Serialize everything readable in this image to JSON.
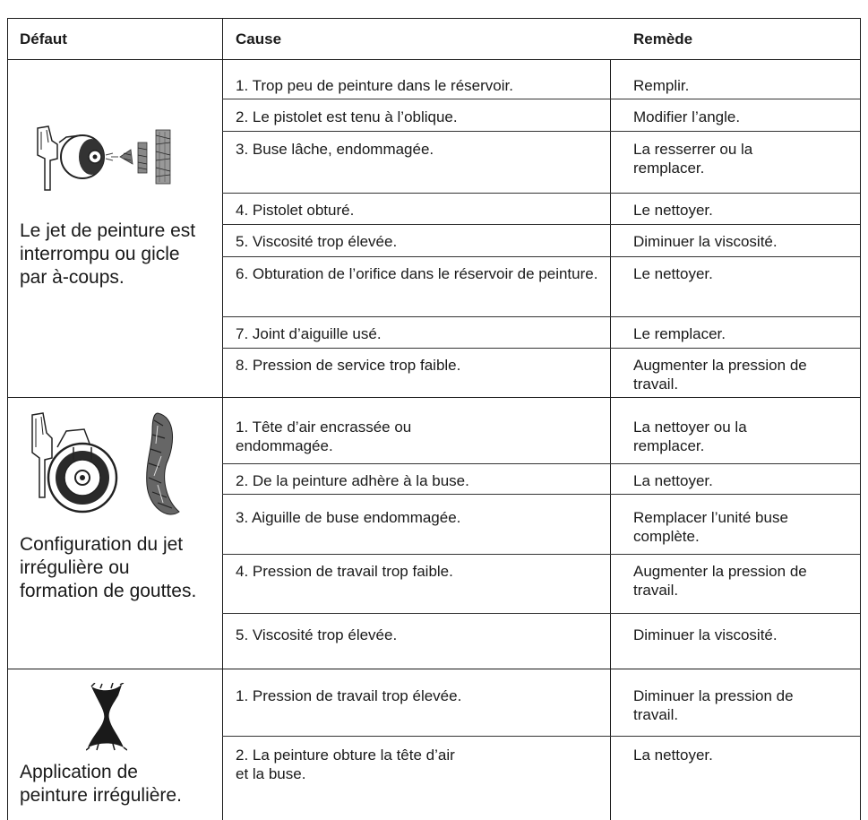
{
  "headers": {
    "defaut": "Défaut",
    "cause": "Cause",
    "remede": "Remède"
  },
  "groups": [
    {
      "defect": "Le jet de peinture est interrompu ou gicle par à-coups.",
      "illustration": "spray-gun-interrupted-jet-icon",
      "rows": [
        {
          "cause": "1. Trop peu de peinture dans le réservoir.",
          "remedy": "Remplir."
        },
        {
          "cause": "2. Le pistolet est tenu à l’oblique.",
          "remedy": "Modifier l’angle."
        },
        {
          "cause": "3. Buse lâche, endommagée.",
          "remedy": "La resserrer ou la remplacer."
        },
        {
          "cause": "4. Pistolet obturé.",
          "remedy": "Le nettoyer."
        },
        {
          "cause": "5. Viscosité trop élevée.",
          "remedy": "Diminuer la viscosité."
        },
        {
          "cause": "6. Obturation de l’orifice dans le réservoir de peinture.",
          "remedy": "Le nettoyer."
        },
        {
          "cause": "7. Joint d’aiguille usé.",
          "remedy": "Le remplacer."
        },
        {
          "cause": "8. Pression de service trop faible.",
          "remedy": "Augmenter la pression de travail."
        }
      ]
    },
    {
      "defect": "Configuration du jet irrégulière ou formation de gouttes.",
      "illustration": "spray-gun-irregular-pattern-icon",
      "rows": [
        {
          "cause": "1. Tête d’air encrassée ou endommagée.",
          "remedy": "La nettoyer ou la remplacer."
        },
        {
          "cause": "2. De la peinture adhère à la buse.",
          "remedy": "La nettoyer."
        },
        {
          "cause": "3. Aiguille de buse endommagée.",
          "remedy": "Remplacer l’unité buse complète."
        },
        {
          "cause": "4. Pression de travail trop faible.",
          "remedy": "Augmenter la pression de travail."
        },
        {
          "cause": "5. Viscosité trop élevée.",
          "remedy": "Diminuer la viscosité."
        }
      ]
    },
    {
      "defect": "Application de peinture irrégulière.",
      "illustration": "hourglass-spray-pattern-icon",
      "rows": [
        {
          "cause": "1. Pression de travail trop élevée.",
          "remedy": "Diminuer la pression de travail."
        },
        {
          "cause": "2. La peinture obture la tête d’air et la buse.",
          "remedy": "La nettoyer."
        }
      ]
    }
  ]
}
